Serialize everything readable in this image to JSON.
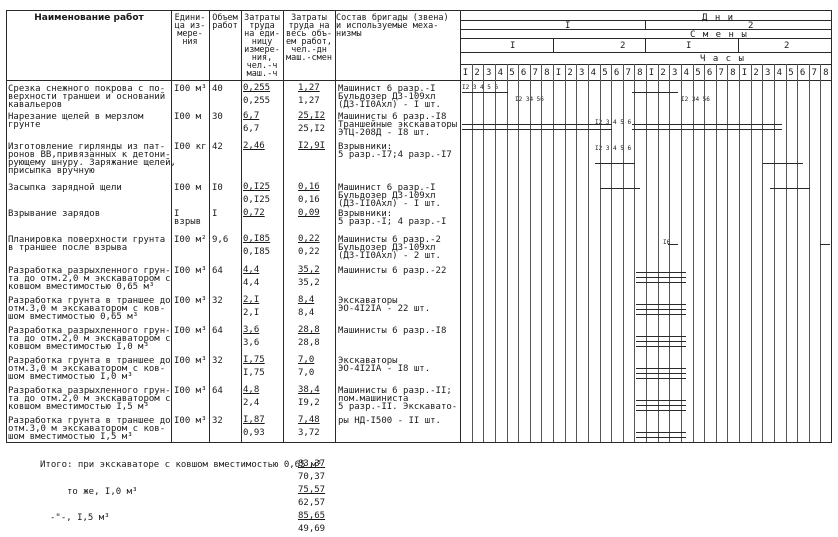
{
  "header": {
    "col_name": "Наименование работ",
    "col_unit": "Едини-\nца из-\nмере-\nния",
    "col_volume": "Объем\nработ",
    "col_cost_unit": "Затраты\nтруда\nна еди-\nницу\nизмере-\nния,\nчел.-ч\nмаш.-ч",
    "col_cost_total": "Затраты\nтруда на\nвесь объ-\nем работ,\nчел.-дн\nмаш.-смен",
    "col_crew": "Состав бригады (звена)\nи используемые меха-\nнизмы",
    "days_label": "Д н и",
    "day_1": "I",
    "day_2": "2",
    "shifts_label": "С м е н ы",
    "shift_1": "I",
    "shift_2": "2",
    "shift_3": "I",
    "shift_4": "2",
    "hours_label": "Ч а с ы",
    "hours": [
      "I",
      "2",
      "3",
      "4",
      "5",
      "6",
      "7",
      "8",
      "I",
      "2",
      "3",
      "4",
      "5",
      "6",
      "7",
      "8",
      "I",
      "2",
      "3",
      "4",
      "5",
      "6",
      "7",
      "8",
      "I",
      "2",
      "3",
      "4",
      "5",
      "6",
      "7",
      "8"
    ]
  },
  "rows": [
    {
      "name": "Срезка снежного покрова с по-\nверхности траншеи и оснований\nкавальеров",
      "unit": "I00 м³",
      "volume": "40",
      "cost_unit_top": "0,255",
      "cost_unit_bottom": "0,255",
      "cost_total_top": "1,27",
      "cost_total_bottom": "1,27",
      "crew": "Машинист 6 разр.-I\nБульдозер ДЗ-109хл\n(ДЗ-II0Axл) - I шт."
    },
    {
      "name": "Нарезание щелей в мерзлом\nгрунте",
      "unit": "I00 м",
      "volume": "30",
      "cost_unit_top": "6,7",
      "cost_unit_bottom": "6,7",
      "cost_total_top": "25,I2",
      "cost_total_bottom": "25,I2",
      "crew": "Машинисты 6 разр.-I8\nТраншейные экскаваторы\nЭТЦ-208Д - I8 шт."
    },
    {
      "name": "Изготовление гирлянды из пат-\nронов ВВ,привязанных к детони-\nрующему шнуру. Заряжание щелей,\nприсыпка вручную",
      "unit": "I00 кг",
      "volume": "42",
      "cost_unit_top": "2,46",
      "cost_unit_bottom": "",
      "cost_total_top": "I2,9I",
      "cost_total_bottom": "",
      "crew": "Взрывники:\n5 разр.-I7;4 разр.-I7"
    },
    {
      "name": "Засыпка зарядной щели",
      "unit": "I00 м",
      "volume": "I0",
      "cost_unit_top": "0,I25",
      "cost_unit_bottom": "0,I25",
      "cost_total_top": "0,16",
      "cost_total_bottom": "0,16",
      "crew": "Машинист 6 разр.-I\nБульдозер ДЗ-109хл\n(ДЗ-II0Axл) - I шт."
    },
    {
      "name": "Взрывание зарядов",
      "unit": "I\nвзрыв",
      "volume": "I",
      "cost_unit_top": "0,72",
      "cost_unit_bottom": "",
      "cost_total_top": "0,09",
      "cost_total_bottom": "",
      "crew": "Взрывники:\n5 разр.-I; 4 разр.-I"
    },
    {
      "name": "Планировка поверхности грунта\nв траншее после взрыва",
      "unit": "I00 м²",
      "volume": "9,6",
      "cost_unit_top": "0,I85",
      "cost_unit_bottom": "0,I85",
      "cost_total_top": "0,22",
      "cost_total_bottom": "0,22",
      "crew": "Машинисты 6 разр.-2\nБульдозер ДЗ-109хл\n(ДЗ-II0Axл) - 2 шт."
    },
    {
      "name": "Разработка разрыхленного грун-\nта до отм.2,0 м экскаватором с\nковшом вместимостью 0,65 м³",
      "unit": "I00 м³",
      "volume": "64",
      "cost_unit_top": "4,4",
      "cost_unit_bottom": "4,4",
      "cost_total_top": "35,2",
      "cost_total_bottom": "35,2",
      "crew": "Машинисты 6 разр.-22"
    },
    {
      "name": "Разработка грунта в траншее до\nотм.3,0 м экскаватором с ков-\nшом вместимостью 0,65 м³",
      "unit": "I00 м³",
      "volume": "32",
      "cost_unit_top": "2,I",
      "cost_unit_bottom": "2,I",
      "cost_total_top": "8,4",
      "cost_total_bottom": "8,4",
      "crew": "Экскаваторы\nЭО-4I2IA - 22 шт."
    },
    {
      "name": "Разработка разрыхленного грун-\nта до отм.2,0 м экскаватором с\nковшом вместимостью I,0 м³",
      "unit": "I00 м³",
      "volume": "64",
      "cost_unit_top": "3,6",
      "cost_unit_bottom": "3,6",
      "cost_total_top": "28,8",
      "cost_total_bottom": "28,8",
      "crew": "Машинисты 6 разр.-I8"
    },
    {
      "name": "Разработка грунта в траншее до\nотм.3,0 м экскаватором с ков-\nшом вместимостью I,0 м³",
      "unit": "I00 м³",
      "volume": "32",
      "cost_unit_top": "I,75",
      "cost_unit_bottom": "I,75",
      "cost_total_top": "7,0",
      "cost_total_bottom": "7,0",
      "crew": "Экскаваторы\nЭО-4I2IA - I8 шт."
    },
    {
      "name": "Разработка разрыхленного грун-\nта до отм.2,0 м экскаватором с\nковшом вместимостью I,5 м³",
      "unit": "I00 м³",
      "volume": "64",
      "cost_unit_top": "4,8",
      "cost_unit_bottom": "2,4",
      "cost_total_top": "38,4",
      "cost_total_bottom": "I9,2",
      "crew": "Машинисты 6 разр.-II;\nпом.машиниста\n5 разр.-II. Экскавато-"
    },
    {
      "name": "Разработка грунта в траншее до\nотм.3,0 м экскаватором с ков-\nшом вместимостью I,5 м³",
      "unit": "I00 м³",
      "volume": "32",
      "cost_unit_top": "I,87",
      "cost_unit_bottom": "0,93",
      "cost_total_top": "7,48",
      "cost_total_bottom": "3,72",
      "crew": "ры НД-I500 - II шт."
    }
  ],
  "totals": {
    "line1_label": "Итого: при экскаваторе с ковшом вместимостью 0,65 м³",
    "line1_top": "83,37",
    "line1_bottom": "70,37",
    "line2_label": "то же, I,0 м³",
    "line2_top": "75,57",
    "line2_bottom": "62,57",
    "line3_label": "-\"-, I,5 м³",
    "line3_top": "85,65",
    "line3_bottom": "49,69"
  },
  "schedule_marks": {
    "r1a": "I2 3 4 5 6",
    "r1b": "I2 34 56",
    "r1c": "I2 34 56",
    "r2": "I2 3 4 5 6",
    "r3": "I2 3 4 5 6",
    "r6": "I6"
  }
}
